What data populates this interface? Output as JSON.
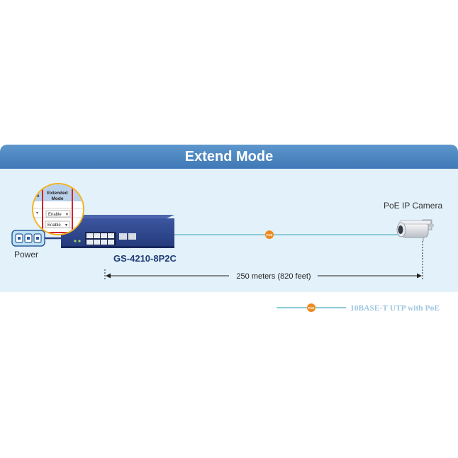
{
  "title": "Extend Mode",
  "power": {
    "label": "Power"
  },
  "switch": {
    "model": "GS-4210-8P2C"
  },
  "zoom_settings": {
    "column_header_line1": "Extended",
    "column_header_line2": "Mode",
    "partial_header": "le",
    "rows": [
      {
        "value": "Enable",
        "arrow": "▼"
      },
      {
        "value": "Enable",
        "arrow": "▼"
      }
    ]
  },
  "camera": {
    "label": "PoE IP Camera"
  },
  "distance": {
    "label": "250 meters (820 feet)"
  },
  "cable": {
    "badge": "PoE"
  },
  "legend": {
    "text": "10BASE-T UTP with PoE",
    "badge": "PoE"
  },
  "colors": {
    "banner": "#4a86c3",
    "panel": "#e3f1fb",
    "cable": "#8ccbd6",
    "poe_badge": "#ef8a1e",
    "switch_body": "#243a7c",
    "model_text": "#1f3c74",
    "legend_text": "#9fc7e0",
    "zoom_border": "#f2b21b",
    "zoom_frame": "#d0242a"
  }
}
